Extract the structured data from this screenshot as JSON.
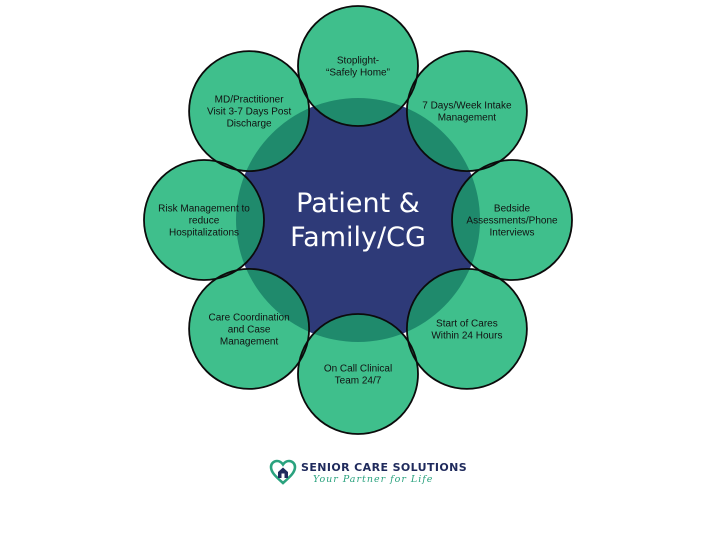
{
  "colors": {
    "center_fill": "#2e3a78",
    "node_fill": "#3fbf8c",
    "overlap_fill": "#1f8a6c",
    "outline": "#0b0b0b",
    "logo_navy": "#1f2a5c",
    "logo_green": "#2aa27e"
  },
  "diagram": {
    "center": {
      "lines": [
        "Patient &",
        "Family/CG"
      ]
    },
    "nodes": [
      {
        "lines": [
          "Stoplight-",
          "“Safely Home”"
        ]
      },
      {
        "lines": [
          "7 Days/Week Intake",
          "Management"
        ]
      },
      {
        "lines": [
          "Bedside",
          "Assessments/Phone",
          "Interviews"
        ]
      },
      {
        "lines": [
          "Start of Cares",
          "Within 24 Hours"
        ]
      },
      {
        "lines": [
          "On Call Clinical",
          "Team 24/7"
        ]
      },
      {
        "lines": [
          "Care Coordination",
          "and Case",
          "Management"
        ]
      },
      {
        "lines": [
          "Risk Management to",
          "reduce",
          "Hospitalizations"
        ]
      },
      {
        "lines": [
          "MD/Practitioner",
          "Visit 3-7 Days Post",
          "Discharge"
        ]
      }
    ]
  },
  "logo": {
    "title": "SENIOR CARE SOLUTIONS",
    "tagline": "Your Partner for Life",
    "mark_icon": "heart-house-icon"
  }
}
